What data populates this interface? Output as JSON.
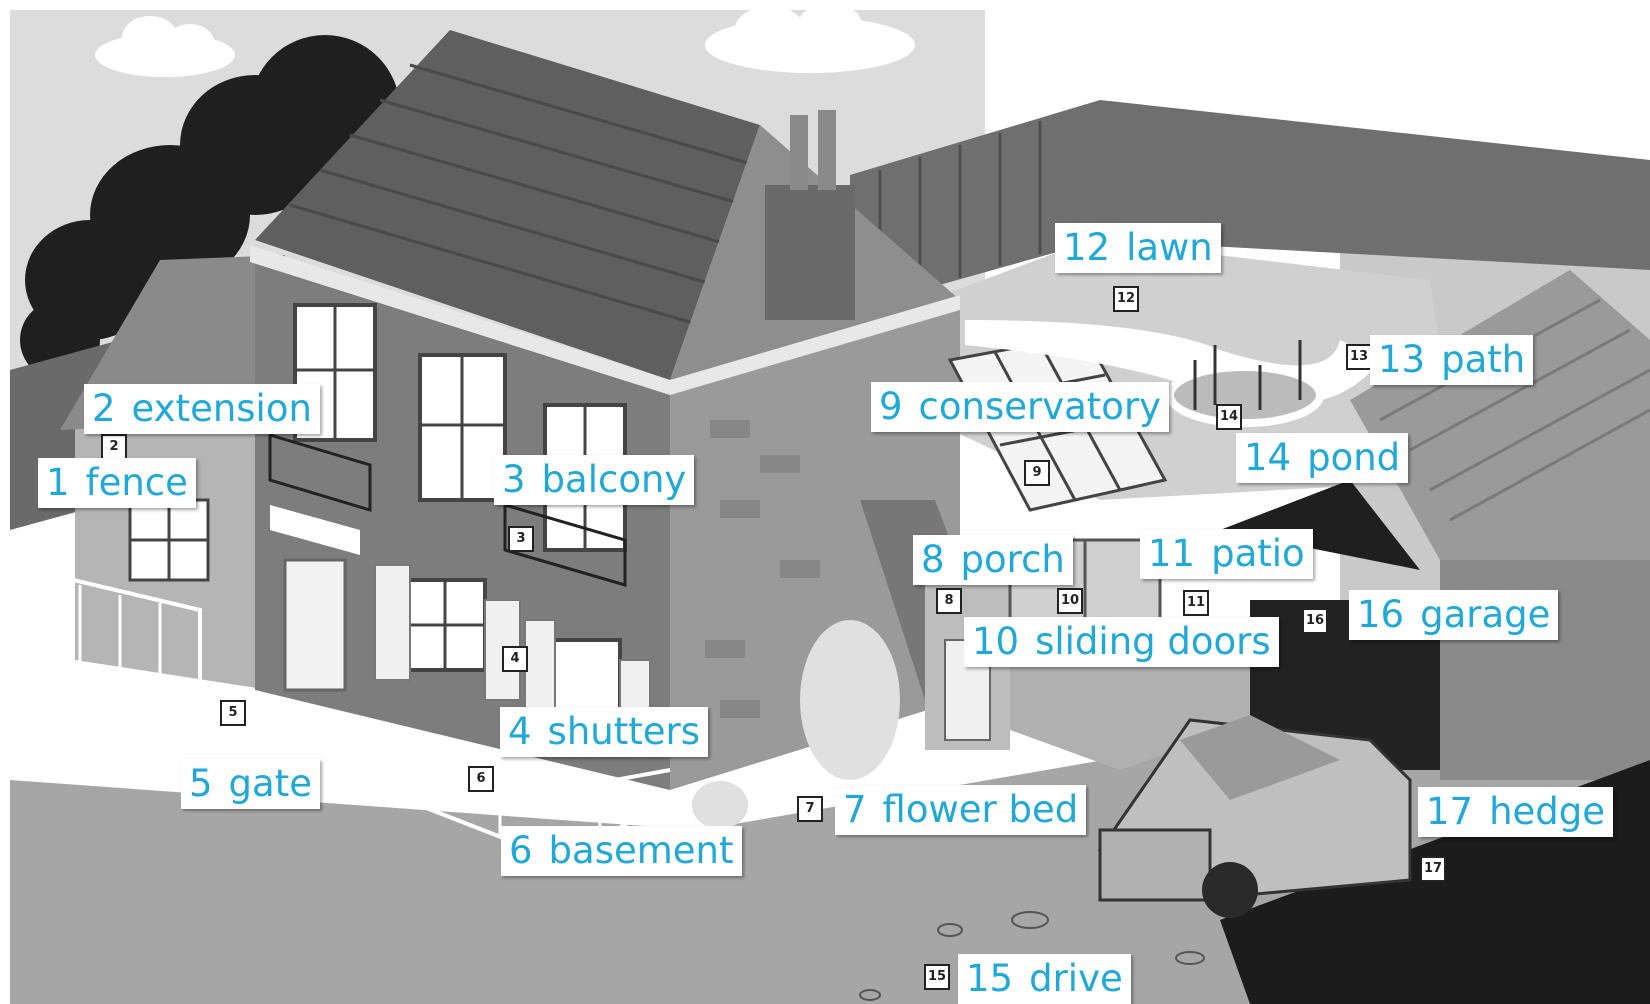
{
  "labels": [
    {
      "num": "1",
      "text": "fence"
    },
    {
      "num": "2",
      "text": "extension"
    },
    {
      "num": "3",
      "text": "balcony"
    },
    {
      "num": "4",
      "text": "shutters"
    },
    {
      "num": "5",
      "text": "gate"
    },
    {
      "num": "6",
      "text": "basement"
    },
    {
      "num": "7",
      "text": "flower bed"
    },
    {
      "num": "8",
      "text": "porch"
    },
    {
      "num": "9",
      "text": "conservatory"
    },
    {
      "num": "10",
      "text": "sliding doors"
    },
    {
      "num": "11",
      "text": "patio"
    },
    {
      "num": "12",
      "text": "lawn"
    },
    {
      "num": "13",
      "text": "path"
    },
    {
      "num": "14",
      "text": "pond"
    },
    {
      "num": "15",
      "text": "drive"
    },
    {
      "num": "16",
      "text": "garage"
    },
    {
      "num": "17",
      "text": "hedge"
    }
  ],
  "markers": {
    "m2": "2",
    "m3": "3",
    "m4": "4",
    "m5": "5",
    "m6": "6",
    "m7": "7",
    "m8": "8",
    "m9": "9",
    "m10": "10",
    "m11": "11",
    "m12": "12",
    "m13": "13",
    "m14": "14",
    "m15": "15",
    "m16": "16",
    "m17": "17"
  },
  "colors": {
    "label_text": "#1fa8d8",
    "label_bg": "#ffffff",
    "scene_gray": "#8c8c8c"
  }
}
